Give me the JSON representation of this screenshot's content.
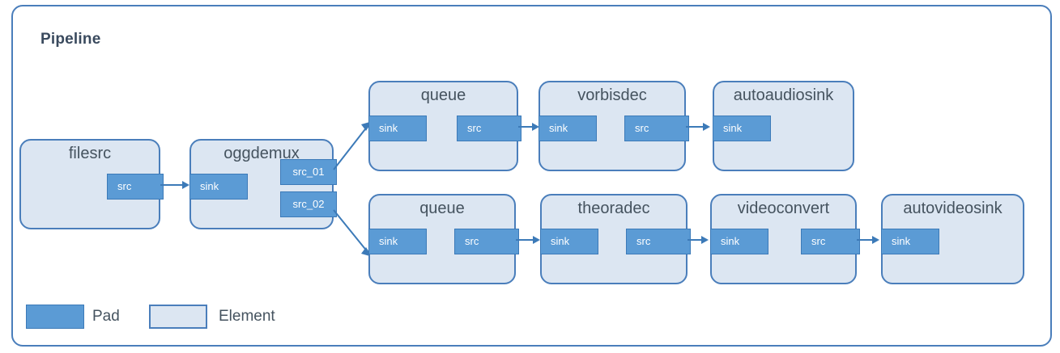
{
  "diagram": {
    "container_title": "Pipeline",
    "accent_border": "#4A7EBB",
    "pad_fill": "#5B9BD5",
    "element_fill": "#DCE6F2",
    "title_color": "#3A4A5E"
  },
  "elements": {
    "filesrc": {
      "name": "filesrc",
      "pads": {
        "src": "src"
      }
    },
    "oggdemux": {
      "name": "oggdemux",
      "pads": {
        "sink": "sink",
        "src_01": "src_01",
        "src_02": "src_02"
      }
    },
    "queue_audio": {
      "name": "queue",
      "pads": {
        "sink": "sink",
        "src": "src"
      }
    },
    "vorbisdec": {
      "name": "vorbisdec",
      "pads": {
        "sink": "sink",
        "src": "src"
      }
    },
    "autoaudiosink": {
      "name": "autoaudiosink",
      "pads": {
        "sink": "sink"
      }
    },
    "queue_video": {
      "name": "queue",
      "pads": {
        "sink": "sink",
        "src": "src"
      }
    },
    "theoradec": {
      "name": "theoradec",
      "pads": {
        "sink": "sink",
        "src": "src"
      }
    },
    "videoconvert": {
      "name": "videoconvert",
      "pads": {
        "sink": "sink",
        "src": "src"
      }
    },
    "autovideosink": {
      "name": "autovideosink",
      "pads": {
        "sink": "sink"
      }
    }
  },
  "legend": {
    "pad_label": "Pad",
    "element_label": "Element"
  }
}
